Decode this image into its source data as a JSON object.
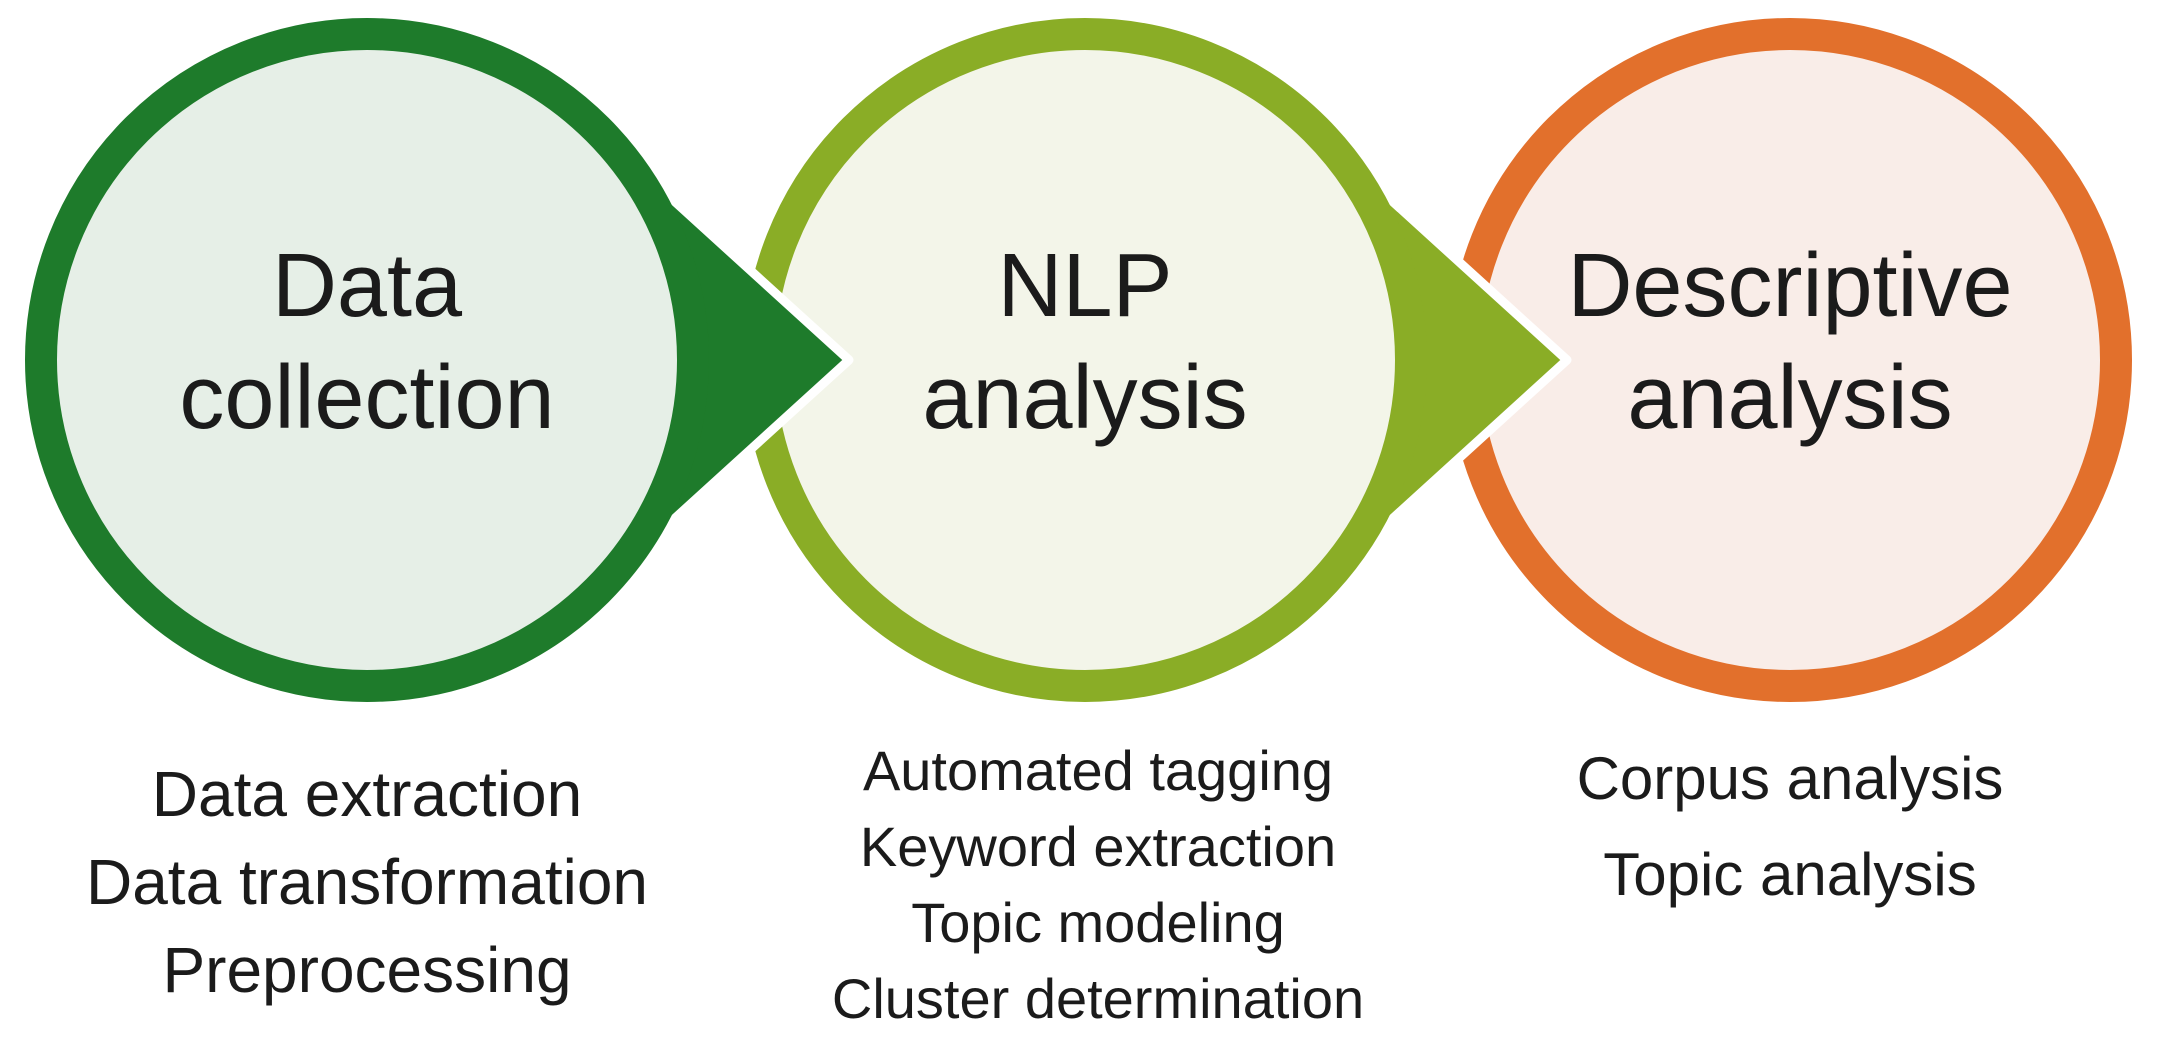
{
  "background": "#ffffff",
  "text_color": "#1b1b1b",
  "stages": [
    {
      "title": "Data collection",
      "title_lines": [
        "Data",
        "collection"
      ],
      "ring_color": "#1e7b2b",
      "fill_color": "#e6efe7",
      "arrow_color": "#1e7b2b",
      "items": [
        "Data extraction",
        "Data transformation",
        "Preprocessing"
      ]
    },
    {
      "title": "NLP analysis",
      "title_lines": [
        "NLP",
        "analysis"
      ],
      "ring_color": "#8aad26",
      "fill_color": "#f3f5e9",
      "arrow_color": "#8aad26",
      "items": [
        "Automated tagging",
        "Keyword extraction",
        "Topic modeling",
        "Cluster determination"
      ]
    },
    {
      "title": "Descriptive analysis",
      "title_lines": [
        "Descriptive",
        "analysis"
      ],
      "ring_color": "#e2702c",
      "fill_color": "#f9ede8",
      "items": [
        "Corpus analysis",
        "Topic analysis"
      ]
    }
  ]
}
